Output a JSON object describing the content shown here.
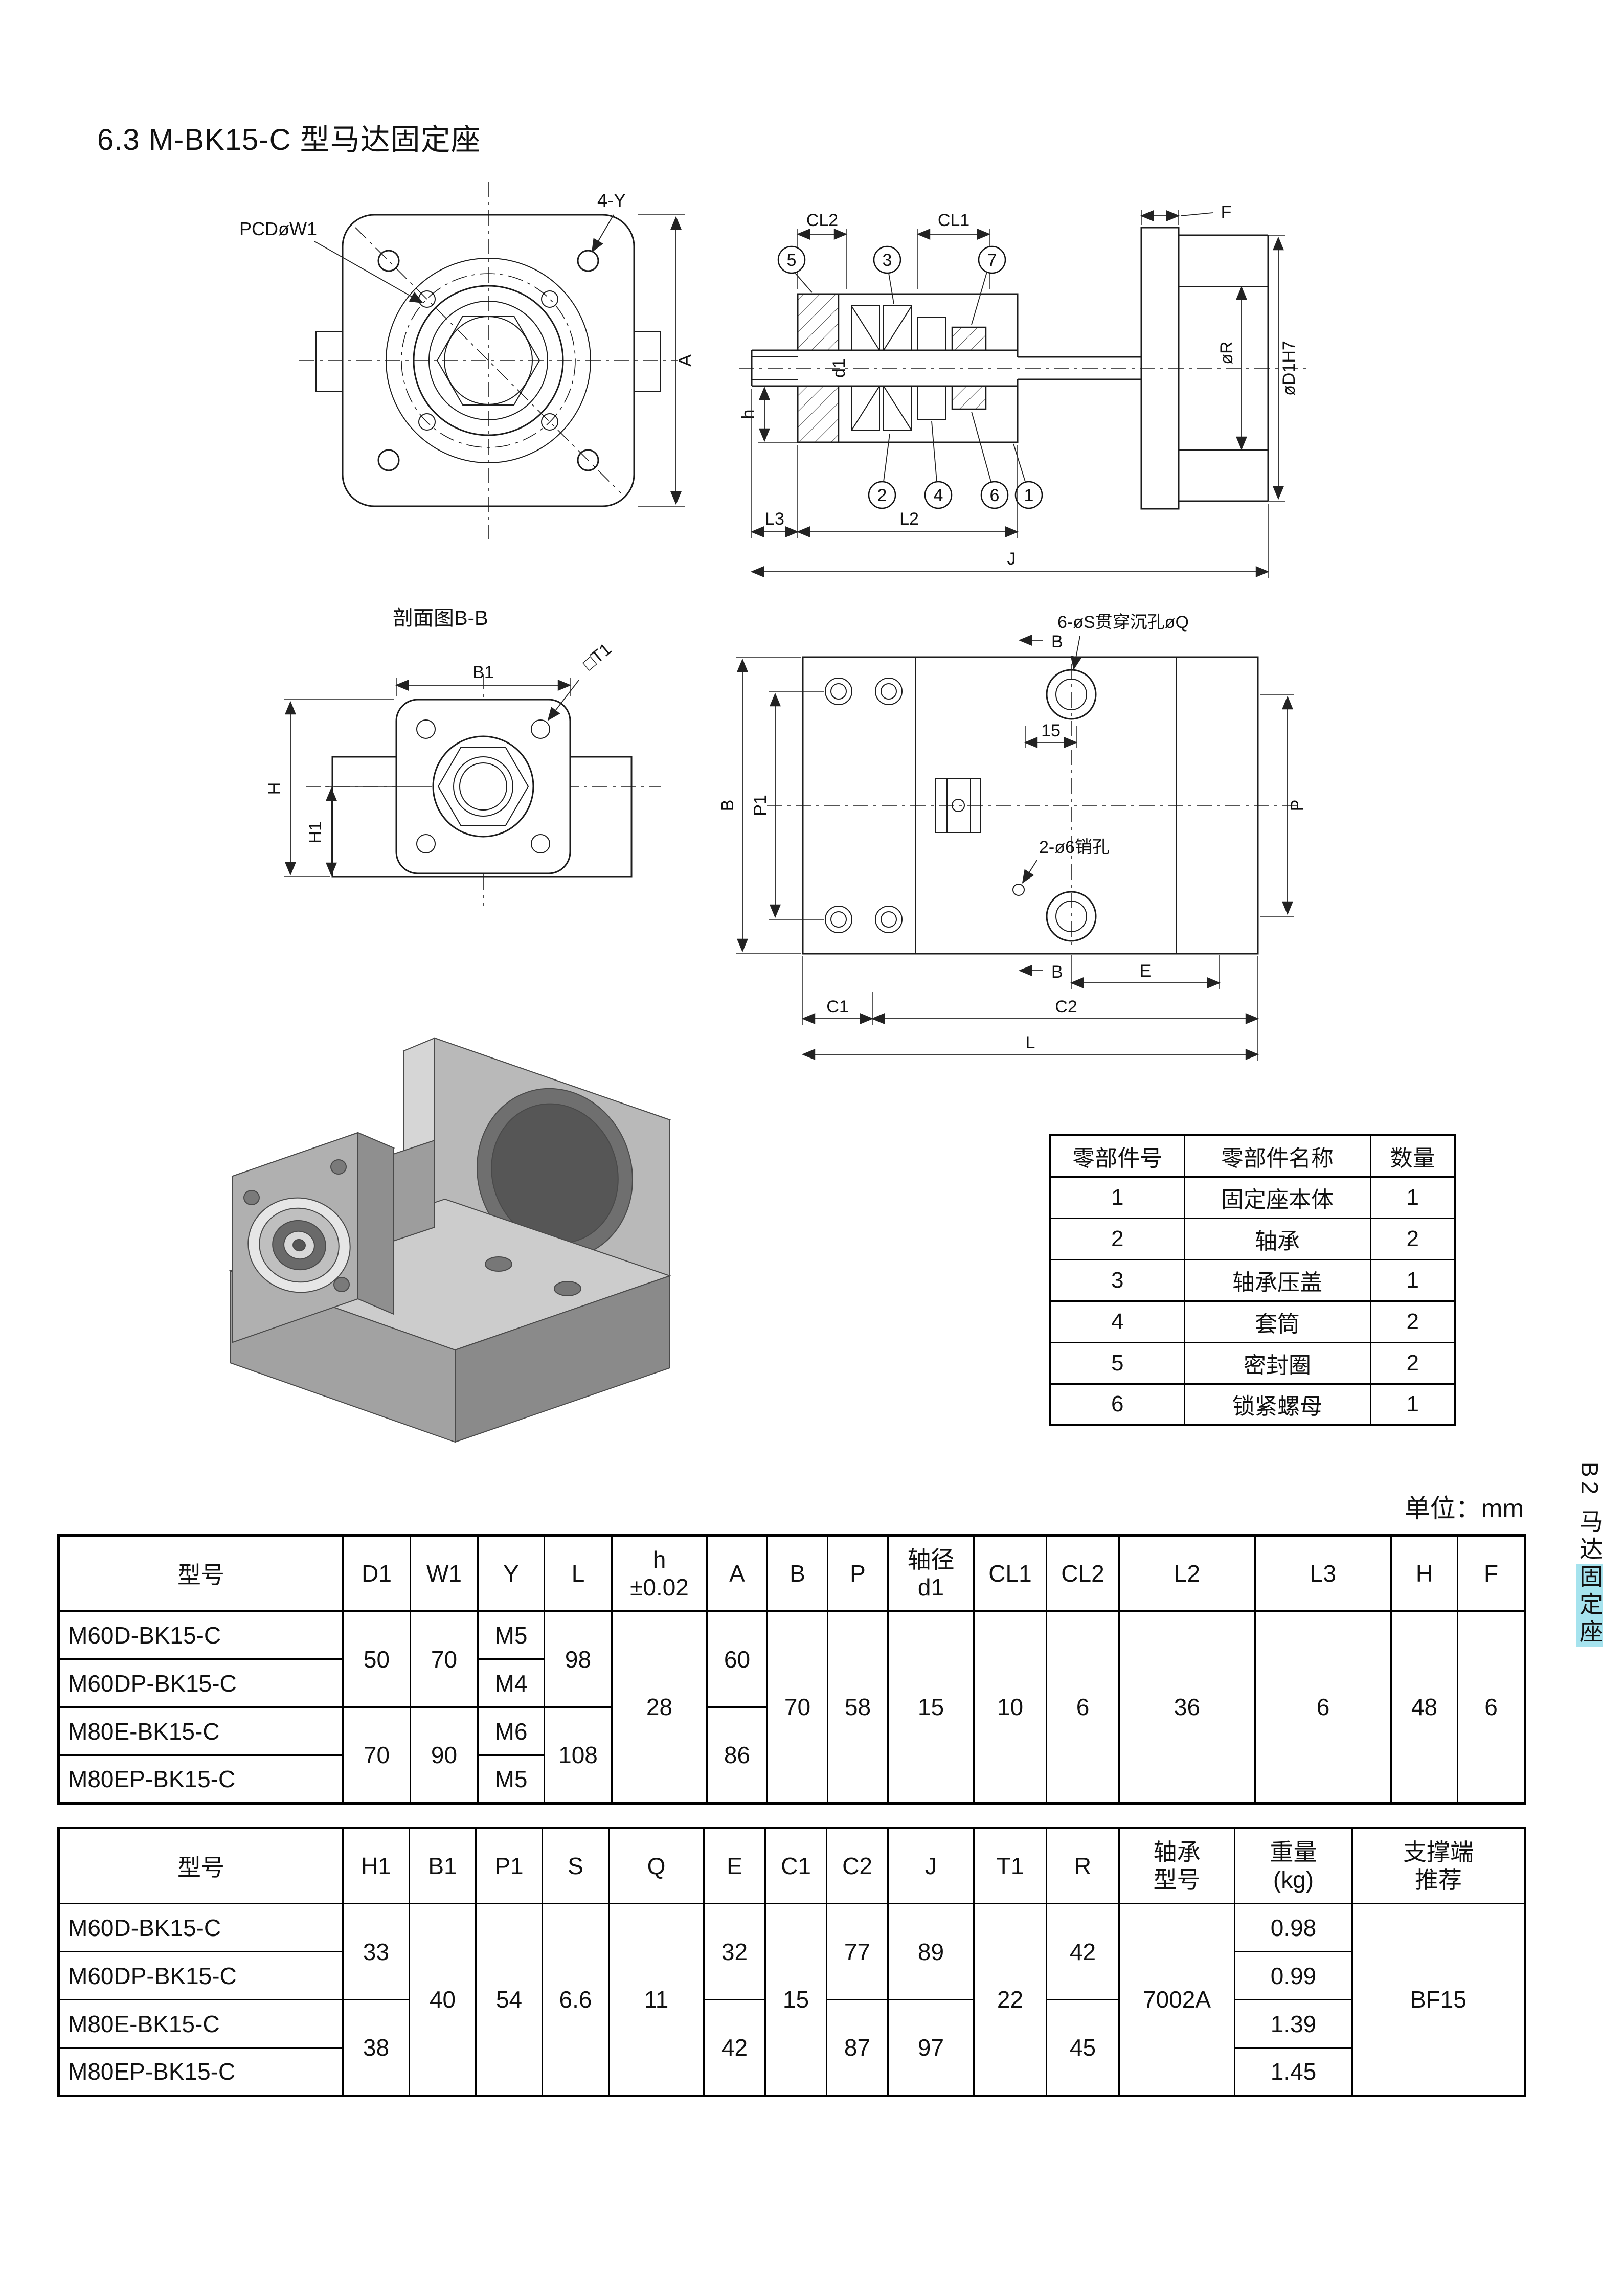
{
  "page": {
    "title": "6.3 M-BK15-C 型马达固定座",
    "unit_label": "单位：mm",
    "sidebar_plain": "B2 马达",
    "sidebar_highlight": "固定座"
  },
  "drawings": {
    "front_view": {
      "pcd_label": "PCDøW1",
      "holes_label": "4-Y",
      "dim_a": "A"
    },
    "side_section": {
      "dim_cl2": "CL2",
      "dim_cl1": "CL1",
      "dim_f": "F",
      "dim_r": "øR",
      "dim_d1h7": "øD1H7",
      "dim_d1": "d1",
      "dim_h": "h",
      "dim_l3": "L3",
      "dim_l2": "L2",
      "dim_j": "J",
      "balloons_top": [
        "5",
        "3",
        "7"
      ],
      "balloons_bottom": [
        "2",
        "4",
        "6",
        "1"
      ]
    },
    "section_bb": {
      "title": "剖面图B-B",
      "dim_b1": "B1",
      "dim_t1": "□T1",
      "dim_h": "H",
      "dim_h1": "H1"
    },
    "side_view": {
      "counterbore_label": "6-øS贯穿沉孔øQ",
      "pin_label": "2-ø6销孔",
      "dim_b_top": "B",
      "dim_b_bottom": "B",
      "dim_15": "15",
      "dim_p1": "P1",
      "dim_b_left": "B",
      "dim_p": "P",
      "dim_e": "E",
      "dim_c1": "C1",
      "dim_c2": "C2",
      "dim_l": "L"
    }
  },
  "parts_table": {
    "headers": [
      "零部件号",
      "零部件名称",
      "数量"
    ],
    "rows": [
      [
        "1",
        "固定座本体",
        "1"
      ],
      [
        "2",
        "轴承",
        "2"
      ],
      [
        "3",
        "轴承压盖",
        "1"
      ],
      [
        "4",
        "套筒",
        "2"
      ],
      [
        "5",
        "密封圈",
        "2"
      ],
      [
        "6",
        "锁紧螺母",
        "1"
      ]
    ]
  },
  "table1": {
    "headers": {
      "model": "型号",
      "d1": "D1",
      "w1": "W1",
      "y": "Y",
      "l": "L",
      "h_line1": "h",
      "h_line2": "±0.02",
      "a": "A",
      "b": "B",
      "p": "P",
      "shaft_line1": "轴径",
      "shaft_line2": "d1",
      "cl1": "CL1",
      "cl2": "CL2",
      "l2": "L2",
      "l3": "L3",
      "h": "H",
      "f": "F"
    },
    "models": [
      "M60D-BK15-C",
      "M60DP-BK15-C",
      "M80E-BK15-C",
      "M80EP-BK15-C"
    ],
    "d1": [
      "50",
      "70"
    ],
    "w1": [
      "70",
      "90"
    ],
    "y": [
      "M5",
      "M4",
      "M6",
      "M5"
    ],
    "l": [
      "98",
      "108"
    ],
    "h_tol": "28",
    "a": [
      "60",
      "86"
    ],
    "b": "70",
    "p": "58",
    "shaft_d1": "15",
    "cl1": "10",
    "cl2": "6",
    "l2": "36",
    "l3": "6",
    "h": "48",
    "f": "6"
  },
  "table2": {
    "headers": {
      "model": "型号",
      "h1": "H1",
      "b1": "B1",
      "p1": "P1",
      "s": "S",
      "q": "Q",
      "e": "E",
      "c1": "C1",
      "c2": "C2",
      "j": "J",
      "t1": "T1",
      "r": "R",
      "bearing_line1": "轴承",
      "bearing_line2": "型号",
      "weight_line1": "重量",
      "weight_line2": "(kg)",
      "support_line1": "支撑端",
      "support_line2": "推荐"
    },
    "models": [
      "M60D-BK15-C",
      "M60DP-BK15-C",
      "M80E-BK15-C",
      "M80EP-BK15-C"
    ],
    "h1": [
      "33",
      "38"
    ],
    "b1": "40",
    "p1": "54",
    "s": "6.6",
    "q": "11",
    "e": [
      "32",
      "42"
    ],
    "c1": "15",
    "c2": [
      "77",
      "87"
    ],
    "j": [
      "89",
      "97"
    ],
    "t1": "22",
    "r": [
      "42",
      "45"
    ],
    "bearing": "7002A",
    "weight": [
      "0.98",
      "0.99",
      "1.39",
      "1.45"
    ],
    "support": "BF15"
  }
}
